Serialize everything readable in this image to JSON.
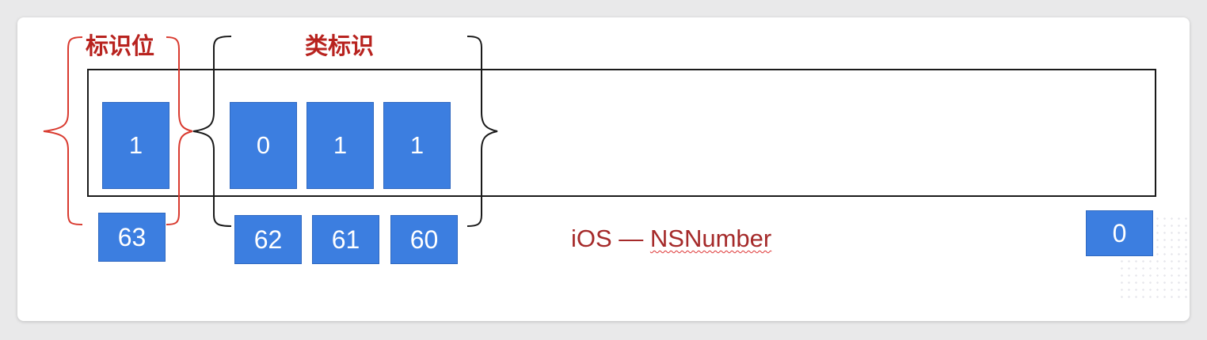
{
  "labels": {
    "flag_bit": "标识位",
    "class_flag": "类标识"
  },
  "caption": {
    "prefix": "iOS — ",
    "highlight": "NSNumber"
  },
  "bit_values": [
    "1",
    "0",
    "1",
    "1"
  ],
  "bit_indices": [
    "63",
    "62",
    "61",
    "60",
    "0"
  ],
  "colors": {
    "bit_fill": "#3c7ee0",
    "label_red": "#b8231f",
    "flag_bracket": "#d93a2f",
    "class_bracket": "#1a1a1a"
  }
}
